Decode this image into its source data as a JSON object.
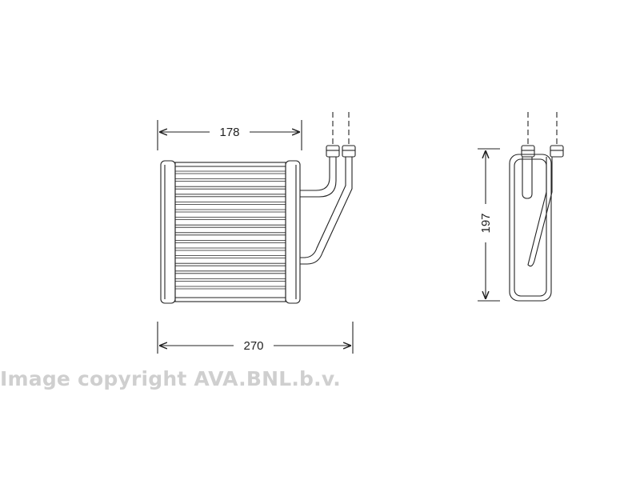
{
  "dimensions": {
    "width_top": "178",
    "width_overall": "270",
    "height": "197"
  },
  "watermark": "Image copyright AVA.BNL.b.v.",
  "colors": {
    "line": "#222222",
    "watermark": "#cfcfcf"
  }
}
